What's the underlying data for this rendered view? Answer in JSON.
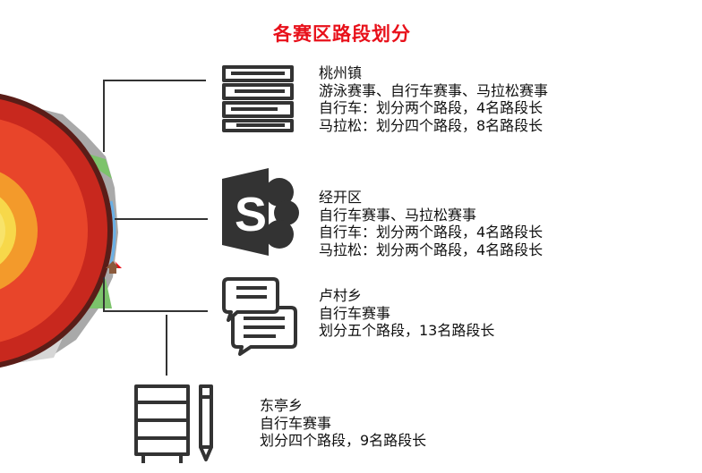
{
  "title": "各赛区路段划分",
  "regions": [
    {
      "name": "桃州镇",
      "events": "游泳赛事、自行车赛事、马拉松赛事",
      "line1": "自行车：划分两个路段，4名路段长",
      "line2": "马拉松：划分四个路段，8名路段长",
      "icon": "book-stack-icon"
    },
    {
      "name": "经开区",
      "events": "自行车赛事、马拉松赛事",
      "line1": "自行车：划分两个路段，4名路段长",
      "line2": "马拉松：划分两个路段，4名路段长",
      "icon": "sharepoint-icon"
    },
    {
      "name": "卢村乡",
      "events": "自行车赛事",
      "line1": "划分五个路段，13名路段长",
      "icon": "chat-bubbles-icon"
    },
    {
      "name": "东亭乡",
      "events": "自行车赛事",
      "line1": "划分四个路段，9名路段长",
      "icon": "notebook-pencil-icon"
    }
  ],
  "colors": {
    "title": "#e8101a",
    "core_inner": "#f7d84a",
    "core_mid": "#f39a2b",
    "core_outer": "#e8452a",
    "crust": "#c8281e",
    "mantle_dark": "#5a1d18",
    "grass": "#7cc36b",
    "rock": "#9a9a9a"
  }
}
